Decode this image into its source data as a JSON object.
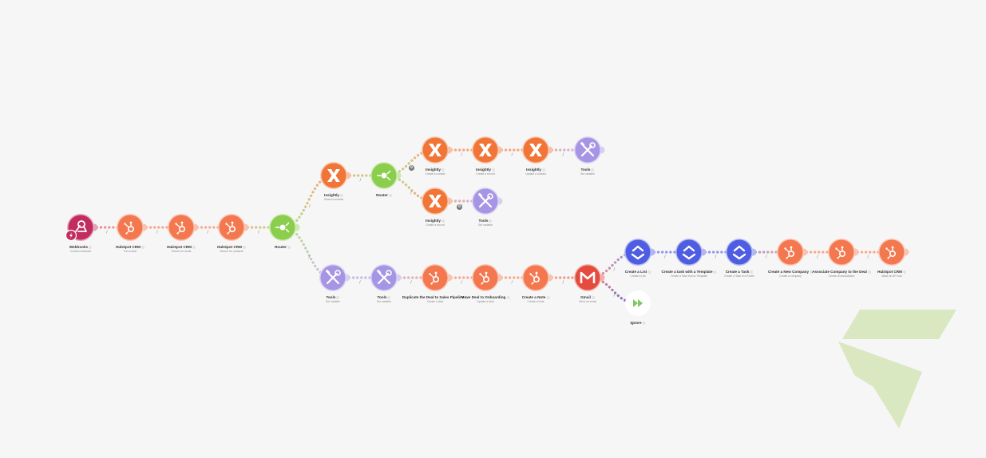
{
  "colors": {
    "webhooks": "#c22d60",
    "hubspot": "#f4784f",
    "router": "#8bcd4d",
    "insightly": "#f07537",
    "tools": "#a695e4",
    "clickup": "#4e5de2",
    "gmail": "#e54b3e",
    "ignore_border": "#7fc860",
    "watermark": "#d9e8c0"
  },
  "nodes": [
    {
      "id": "webhooks",
      "title": "Webhooks",
      "sub": "Custom webhook",
      "icon": "webhook-icon",
      "kind": "webhooks"
    },
    {
      "id": "hubspot1",
      "title": "HubSpot CRM",
      "sub": "Get a deal",
      "icon": "hubspot-icon",
      "kind": "hubspot"
    },
    {
      "id": "hubspot2",
      "title": "HubSpot CRM",
      "sub": "Search for deals",
      "icon": "hubspot-icon",
      "kind": "hubspot"
    },
    {
      "id": "hubspot3",
      "title": "HubSpot CRM",
      "sub": "Search for contacts",
      "icon": "hubspot-icon",
      "kind": "hubspot"
    },
    {
      "id": "router1",
      "title": "Router",
      "sub": "",
      "icon": "router-icon",
      "kind": "router"
    },
    {
      "id": "insightly1",
      "title": "Insightly",
      "sub": "Search contacts",
      "icon": "insightly-icon",
      "kind": "insightly"
    },
    {
      "id": "router2",
      "title": "Router",
      "sub": "",
      "icon": "router-icon",
      "kind": "router"
    },
    {
      "id": "insightly2",
      "title": "Insightly",
      "sub": "Create a contact",
      "icon": "insightly-icon",
      "kind": "insightly"
    },
    {
      "id": "insightly3",
      "title": "Insightly",
      "sub": "Create a record",
      "icon": "insightly-icon",
      "kind": "insightly"
    },
    {
      "id": "insightly4",
      "title": "Insightly",
      "sub": "Update a contact",
      "icon": "insightly-icon",
      "kind": "insightly"
    },
    {
      "id": "tools_top",
      "title": "Tools",
      "sub": "Set variable",
      "icon": "tools-icon",
      "kind": "tools"
    },
    {
      "id": "insightly5",
      "title": "Insightly",
      "sub": "Create a record",
      "icon": "insightly-icon",
      "kind": "insightly"
    },
    {
      "id": "tools_mid",
      "title": "Tools",
      "sub": "Set variable",
      "icon": "tools-icon",
      "kind": "tools"
    },
    {
      "id": "tools_b1",
      "title": "Tools",
      "sub": "Set variable",
      "icon": "tools-icon",
      "kind": "tools"
    },
    {
      "id": "tools_b2",
      "title": "Tools",
      "sub": "Set variable",
      "icon": "tools-icon",
      "kind": "tools"
    },
    {
      "id": "hs_dup",
      "title": "Duplicate the Deal to Sales Pipeline",
      "sub": "Create a deal",
      "icon": "hubspot-icon",
      "kind": "hubspot"
    },
    {
      "id": "hs_move",
      "title": "Move Deal to Onboarding",
      "sub": "Update a deal",
      "icon": "hubspot-icon",
      "kind": "hubspot"
    },
    {
      "id": "hs_note",
      "title": "Create a Note",
      "sub": "Create a Note",
      "icon": "hubspot-icon",
      "kind": "hubspot"
    },
    {
      "id": "gmail",
      "title": "Gmail",
      "sub": "Send an email",
      "icon": "gmail-icon",
      "kind": "gmail"
    },
    {
      "id": "ignore",
      "title": "Ignore",
      "sub": "",
      "icon": "ignore-icon",
      "kind": "ignore"
    },
    {
      "id": "cu_list",
      "title": "Create a List",
      "sub": "Create a List",
      "icon": "clickup-icon",
      "kind": "clickup"
    },
    {
      "id": "cu_tpl",
      "title": "Create a task with a Template",
      "sub": "Create a Task from a Template",
      "icon": "clickup-icon",
      "kind": "clickup"
    },
    {
      "id": "cu_task",
      "title": "Create a Task",
      "sub": "Create a Task in a Folder",
      "icon": "clickup-icon",
      "kind": "clickup"
    },
    {
      "id": "hs_company",
      "title": "Create a New Company",
      "sub": "Create a company",
      "icon": "hubspot-icon",
      "kind": "hubspot"
    },
    {
      "id": "hs_assoc",
      "title": "Associate Company to the Deal",
      "sub": "Create an association",
      "icon": "hubspot-icon",
      "kind": "hubspot"
    },
    {
      "id": "hs_final",
      "title": "HubSpot CRM",
      "sub": "Make an API call",
      "icon": "hubspot-icon",
      "kind": "hubspot"
    }
  ],
  "links": [
    [
      "webhooks",
      "hubspot1"
    ],
    [
      "hubspot1",
      "hubspot2"
    ],
    [
      "hubspot2",
      "hubspot3"
    ],
    [
      "hubspot3",
      "router1"
    ],
    [
      "router1",
      "insightly1"
    ],
    [
      "insightly1",
      "router2"
    ],
    [
      "router2",
      "insightly2"
    ],
    [
      "insightly2",
      "insightly3"
    ],
    [
      "insightly3",
      "insightly4"
    ],
    [
      "insightly4",
      "tools_top"
    ],
    [
      "router2",
      "insightly5"
    ],
    [
      "insightly5",
      "tools_mid"
    ],
    [
      "router1",
      "tools_b1"
    ],
    [
      "tools_b1",
      "tools_b2"
    ],
    [
      "tools_b2",
      "hs_dup"
    ],
    [
      "hs_dup",
      "hs_move"
    ],
    [
      "hs_move",
      "hs_note"
    ],
    [
      "hs_note",
      "gmail"
    ],
    [
      "gmail",
      "cu_list"
    ],
    [
      "gmail",
      "ignore"
    ],
    [
      "cu_list",
      "cu_tpl"
    ],
    [
      "cu_tpl",
      "cu_task"
    ],
    [
      "cu_task",
      "hs_company"
    ],
    [
      "hs_company",
      "hs_assoc"
    ],
    [
      "hs_assoc",
      "hs_final"
    ]
  ]
}
